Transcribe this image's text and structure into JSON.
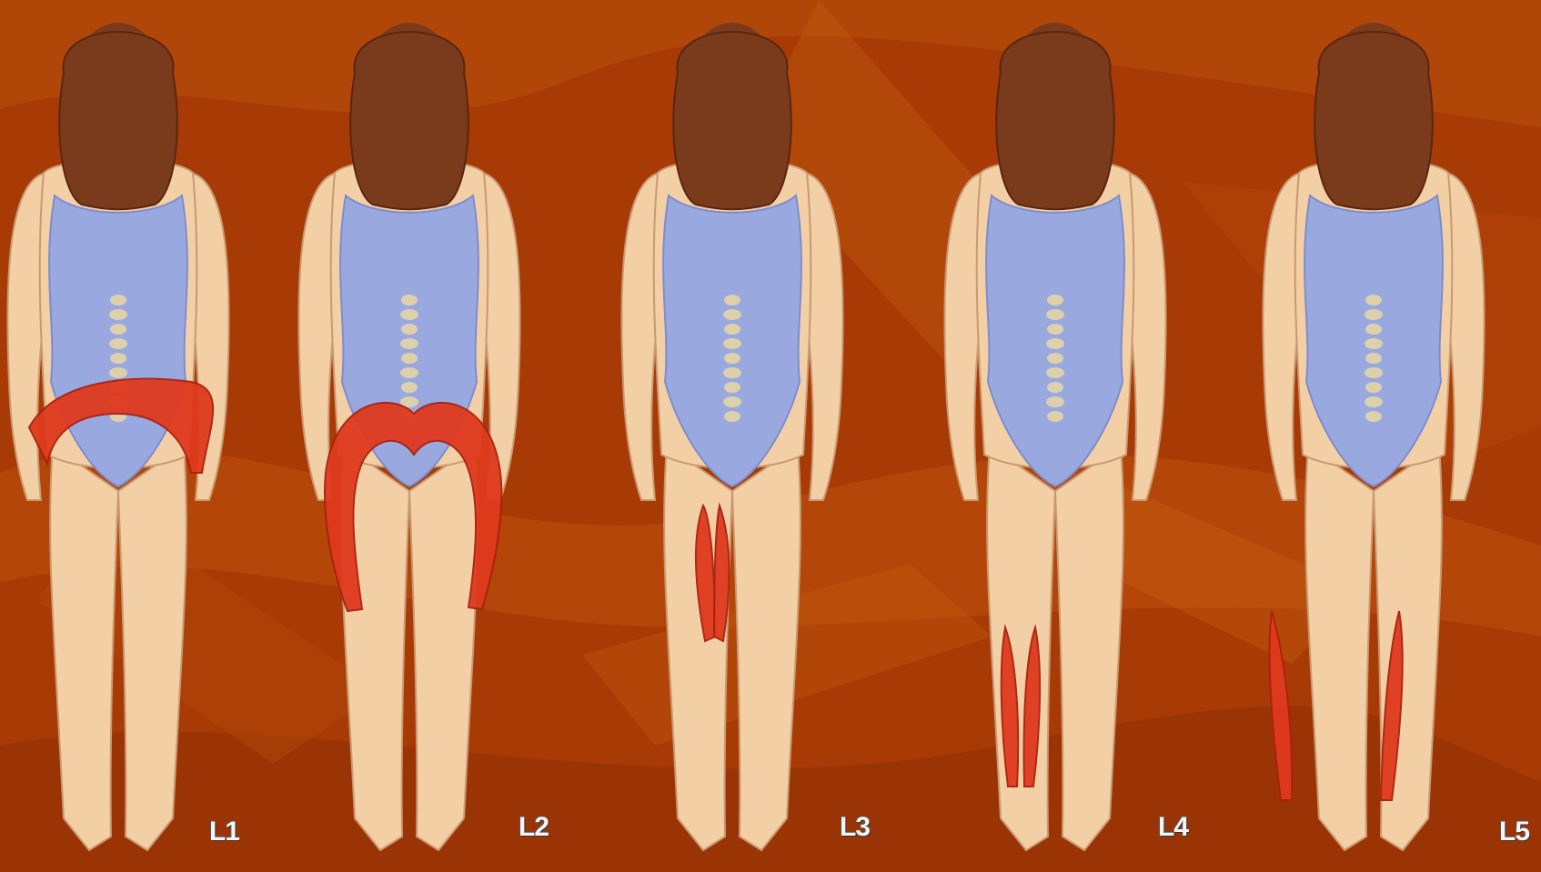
{
  "figures": [
    {
      "label": "L1",
      "zone": "low-back-band"
    },
    {
      "label": "L2",
      "zone": "buttock-thigh-arch"
    },
    {
      "label": "L3",
      "zone": "inner-thigh"
    },
    {
      "label": "L4",
      "zone": "inner-shin"
    },
    {
      "label": "L5",
      "zone": "outer-shin"
    }
  ],
  "colors": {
    "background": "#a83a05",
    "skin": "#f3cfa6",
    "hair": "#7a3a1c",
    "swimsuit": "#9aa8e0",
    "spine": "#e8d8a0",
    "pain_zone": "#e03a1e"
  }
}
